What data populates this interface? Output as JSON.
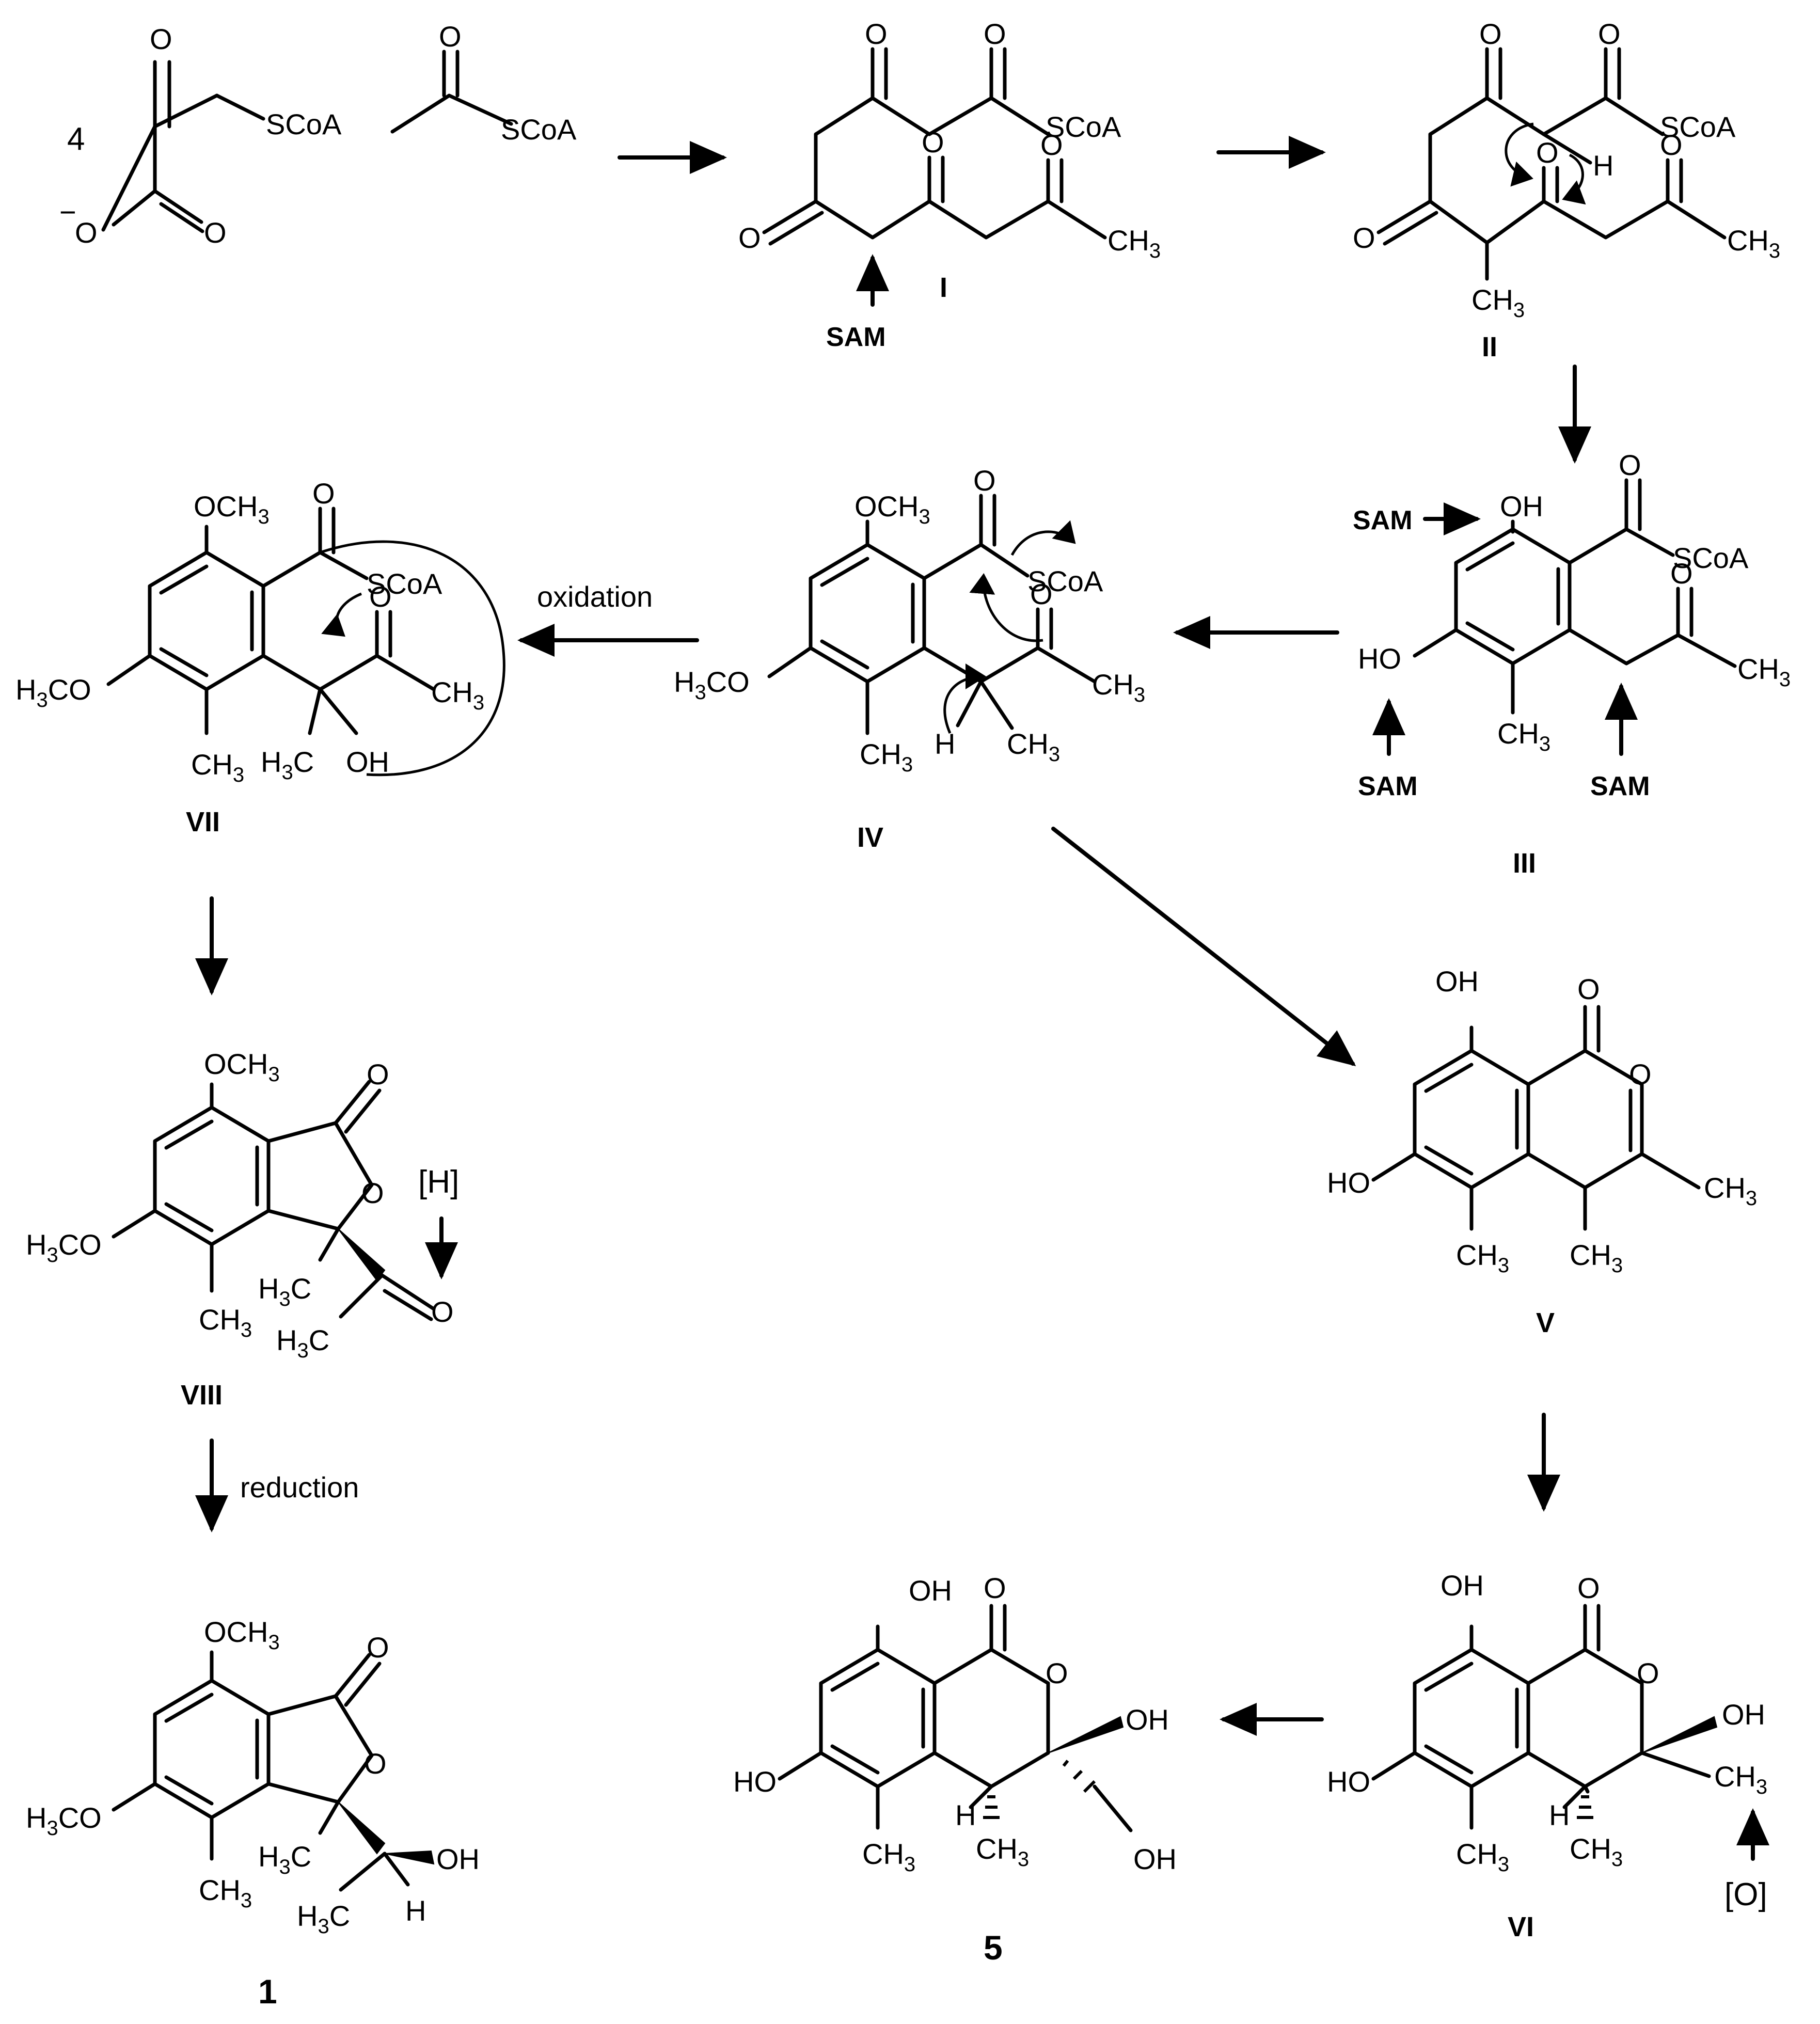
{
  "title": "",
  "atoms": {
    "coeff": "4",
    "o": "O",
    "oh": "OH",
    "h": "H",
    "och3": "OCH3",
    "h3co": "H3CO",
    "ho": "HO",
    "ch3": "CH3",
    "h3c": "H3C",
    "scoa": "SCoA",
    "minus": "−"
  },
  "reagents": {
    "sam": "SAM",
    "oxidation": "oxidation",
    "reduction": "reduction",
    "hydride": "[H]",
    "oxidant": "[O]"
  },
  "compounds": {
    "I": "I",
    "II": "II",
    "III": "III",
    "IV": "IV",
    "V": "V",
    "VI": "VI",
    "VII": "VII",
    "VIII": "VIII",
    "c1": "1",
    "c5": "5"
  },
  "colors": {
    "ink": "#000000",
    "background": "#ffffff"
  }
}
